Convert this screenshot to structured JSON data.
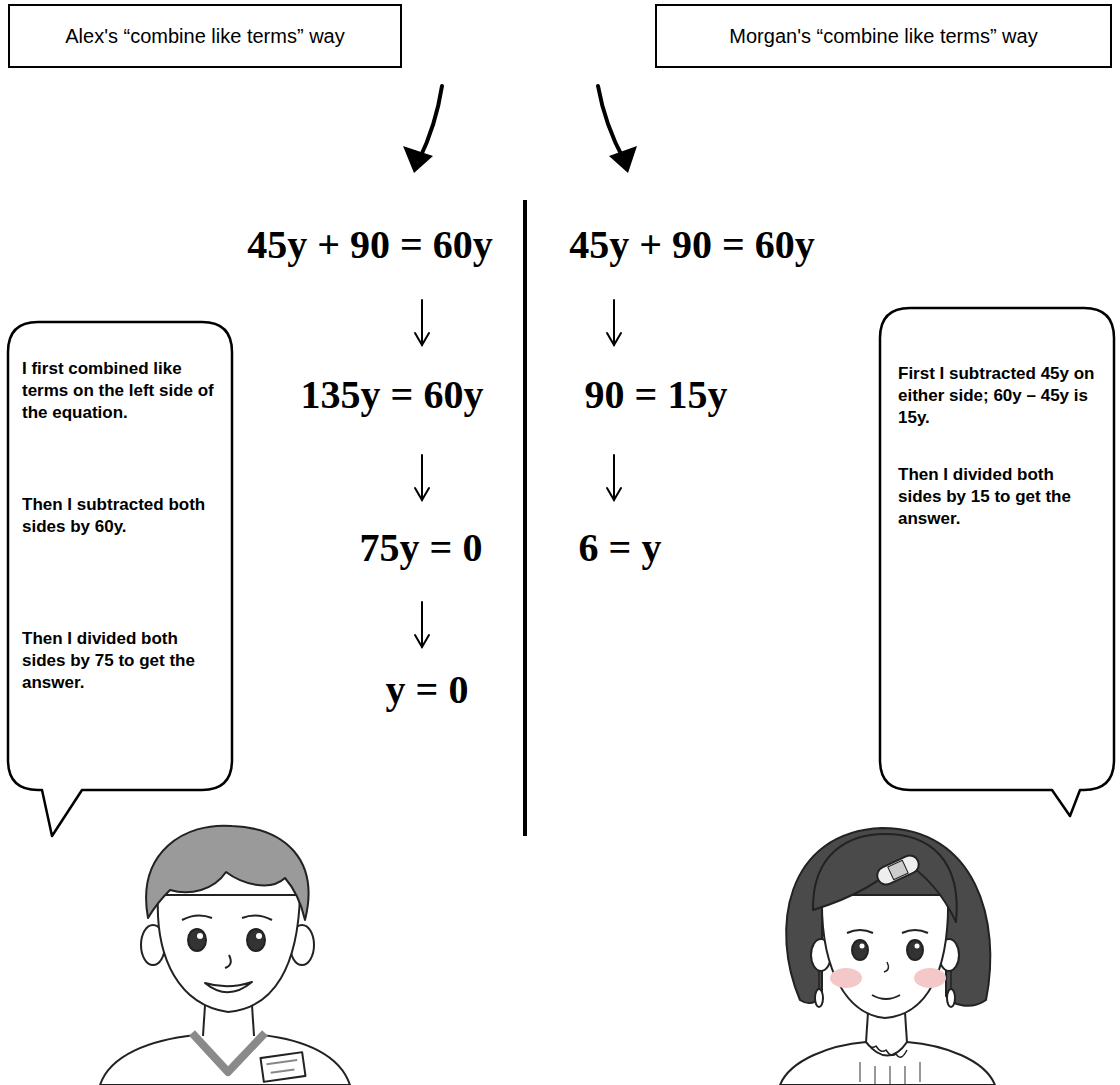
{
  "diagram": {
    "nodes": [
      {
        "text": [
          "Alex's “combine like terms” way"
        ]
      },
      {
        "text": [
          "Morgan's “combine like terms” way"
        ]
      },
      {
        "text": [
          "I first combined like terms on the left side of the equation.",
          "Then I subtracted both sides by 60y.",
          "Then I divided both sides by 75 to get the answer."
        ]
      },
      {
        "text": [
          "First I subtracted 45y on either side; 60y – 45y is 15y.",
          "Then I divided both sides by 15 to get the answer."
        ]
      }
    ],
    "labels": [
      "45y + 90 = 60y",
      "135y = 60y",
      "75y = 0",
      "y = 0",
      "45y + 90 = 60y",
      "90 = 15y",
      "6 = y"
    ]
  }
}
